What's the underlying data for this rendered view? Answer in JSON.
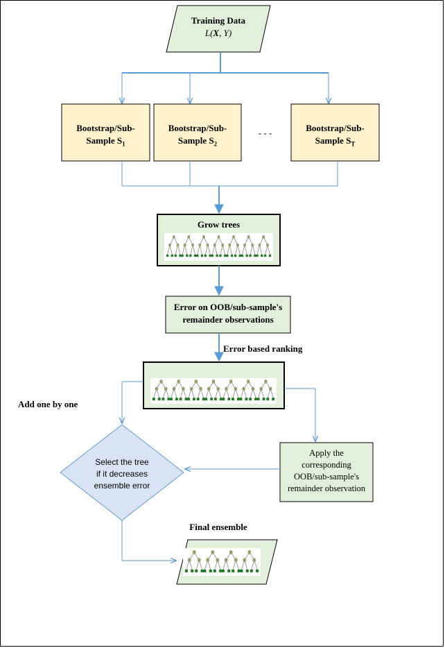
{
  "training": {
    "title": "Training Data",
    "formula_prefix": "L(",
    "formula_x": "X",
    "formula_sep": ", ",
    "formula_y": "Y",
    "formula_suffix": ")"
  },
  "samples": [
    {
      "line1": "Bootstrap/Sub-",
      "line2_base": "Sample S",
      "subscript": "1"
    },
    {
      "line1": "Bootstrap/Sub-",
      "line2_base": "Sample S",
      "subscript": "2"
    },
    {
      "line1": "Bootstrap/Sub-",
      "line2_base": "Sample S",
      "subscript": "T"
    }
  ],
  "ellipsis": "- - -",
  "grow_trees": {
    "title": "Grow trees"
  },
  "error_box": {
    "line1": "Error on OOB/sub-sample's",
    "line2": "remainder observations"
  },
  "error_ranking_label": "Error based ranking",
  "add_one_label": "Add one by one",
  "decision": {
    "line1": "Select the tree",
    "line2": "if it decreases",
    "line3": "ensemble error"
  },
  "apply_box": {
    "line1": "Apply the",
    "line2": "corresponding",
    "line3": "OOB/sub-sample's",
    "line4": "remainder observation"
  },
  "final_label": "Final ensemble",
  "colors": {
    "green_fill": "#e2efda",
    "orange_fill": "#fff2cc",
    "blue_fill": "#dae3f3",
    "arrow": "#5b9bd5",
    "tree_node": "#9d9d6b",
    "tree_leaf": "#1f7a1f"
  }
}
